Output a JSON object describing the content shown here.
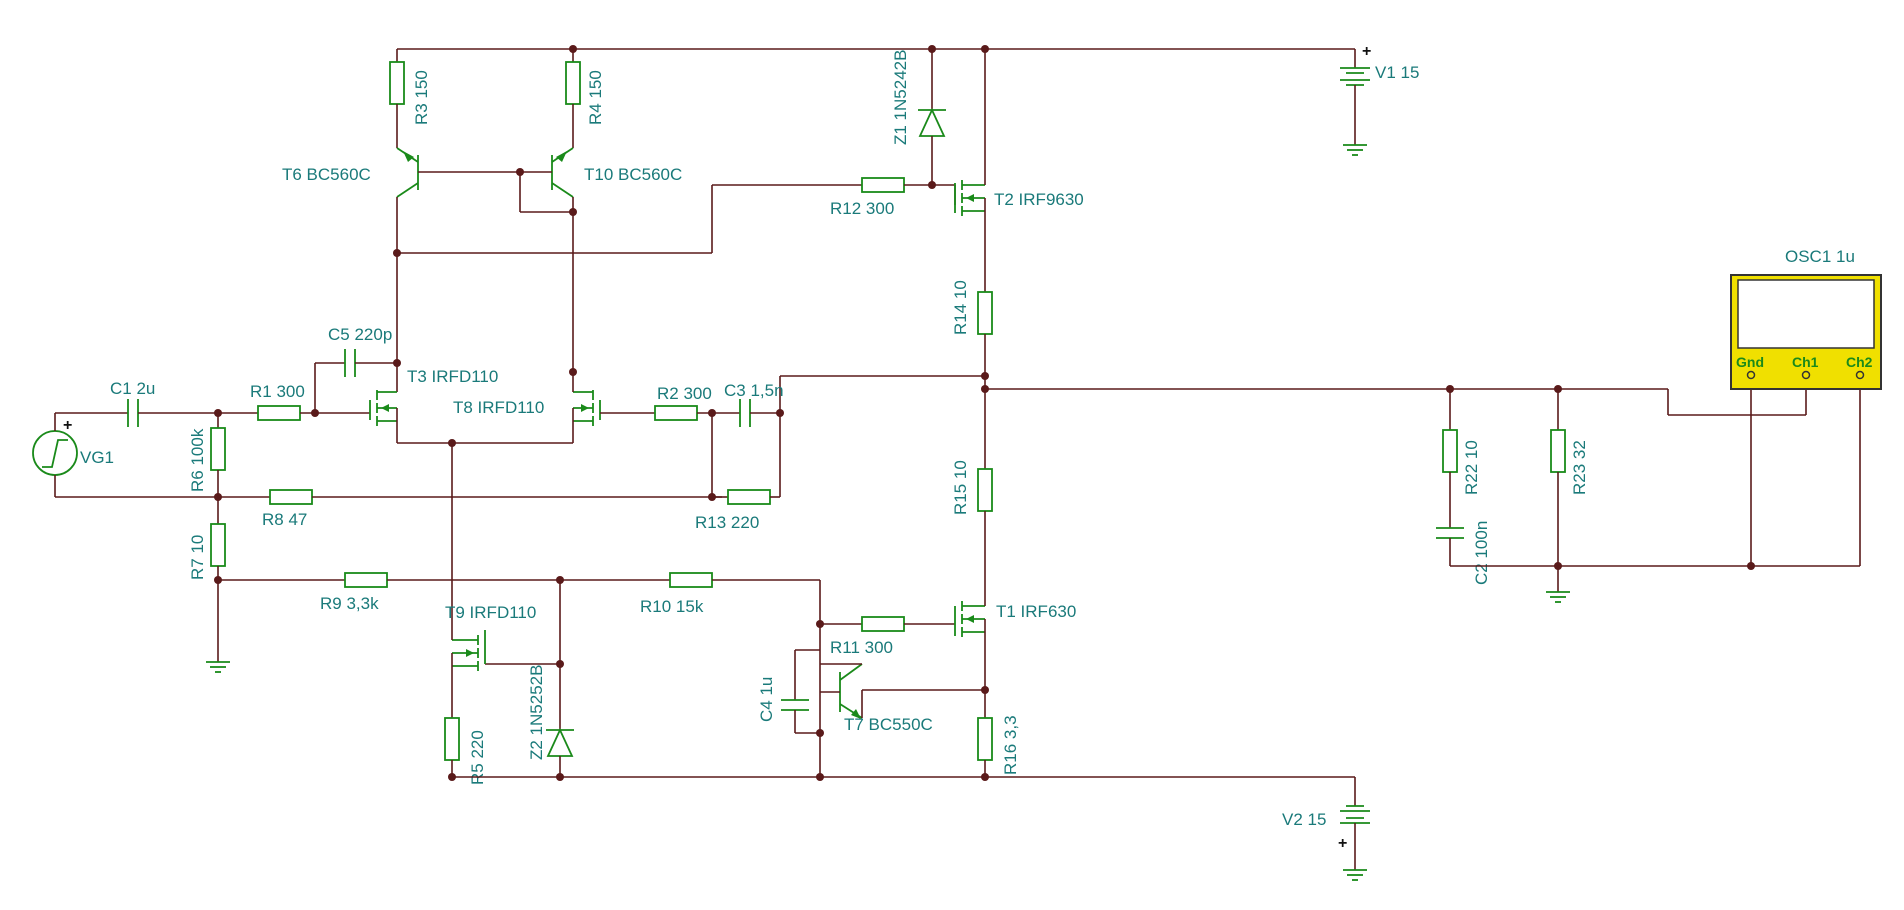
{
  "components": {
    "v1": "V1 15",
    "v2": "V2 15",
    "vg1": "VG1",
    "c1": "C1 2u",
    "c2": "C2 100n",
    "c3": "C3 1,5n",
    "c4": "C4 1u",
    "c5": "C5 220p",
    "r1": "R1 300",
    "r2": "R2 300",
    "r3": "R3 150",
    "r4": "R4 150",
    "r5": "R5 220",
    "r6": "R6 100k",
    "r7": "R7 10",
    "r8": "R8 47",
    "r9": "R9 3,3k",
    "r10": "R10 15k",
    "r11": "R11 300",
    "r12": "R12 300",
    "r13": "R13 220",
    "r14": "R14 10",
    "r15": "R15 10",
    "r16": "R16 3,3",
    "r22": "R22 10",
    "r23": "R23 32",
    "t1": "T1 IRF630",
    "t2": "T2 IRF9630",
    "t3": "T3 IRFD110",
    "t6": "T6 BC560C",
    "t7": "T7 BC550C",
    "t8": "T8 IRFD110",
    "t9": "T9 IRFD110",
    "t10": "T10 BC560C",
    "z1": "Z1 1N5242B",
    "z2": "Z2 1N5252B"
  },
  "oscilloscope": {
    "title": "OSC1 1u",
    "gnd": "Gnd",
    "ch1": "Ch1",
    "ch2": "Ch2"
  },
  "symbols": {
    "plus": "+"
  }
}
